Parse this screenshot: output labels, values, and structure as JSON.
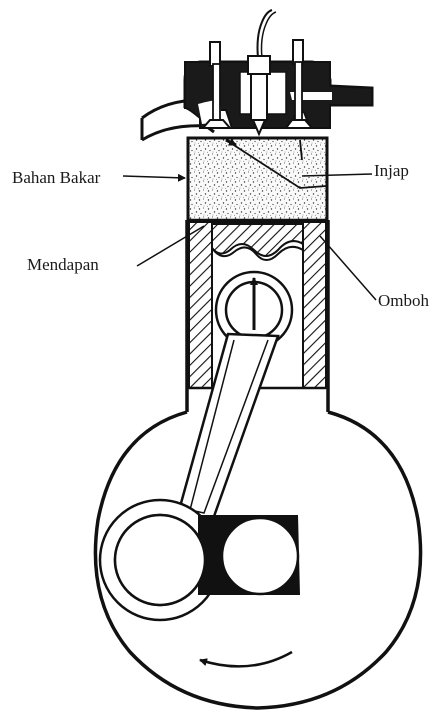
{
  "labels": {
    "fuel": "Bahan Bakar",
    "valve": "Injap",
    "deposit": "Mendapan",
    "piston": "Omboh"
  },
  "colors": {
    "line": "#111111",
    "background": "#ffffff",
    "fuel_speckle": "#333333"
  }
}
